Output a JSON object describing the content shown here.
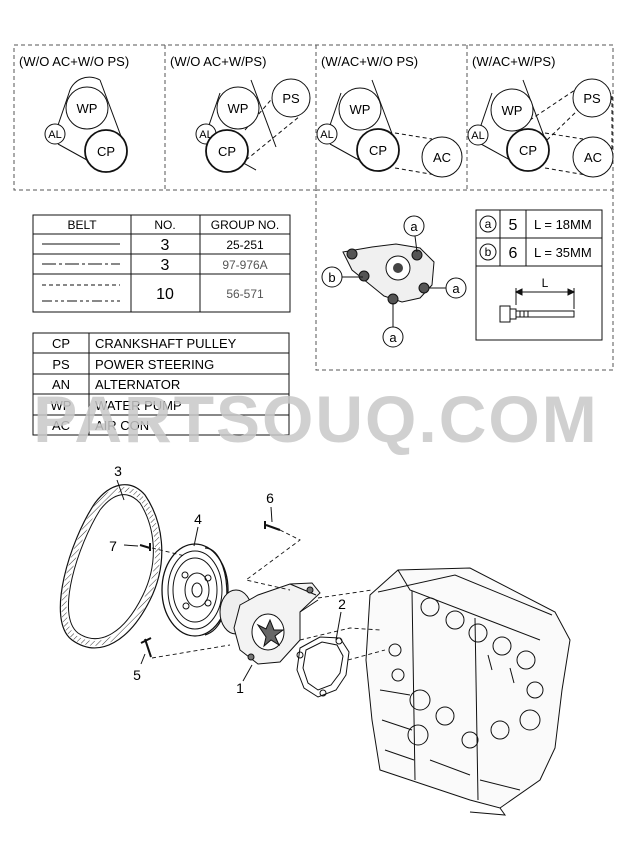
{
  "variants": [
    {
      "label": "(W/O AC+W/O PS)",
      "pulleys": [
        "WP",
        "AL",
        "CP"
      ]
    },
    {
      "label": "(W/O AC+W/PS)",
      "pulleys": [
        "WP",
        "AL",
        "CP",
        "PS"
      ]
    },
    {
      "label": "(W/AC+W/O PS)",
      "pulleys": [
        "WP",
        "AL",
        "CP",
        "AC"
      ]
    },
    {
      "label": "(W/AC+W/PS)",
      "pulleys": [
        "WP",
        "AL",
        "CP",
        "PS",
        "AC"
      ]
    }
  ],
  "belt_table": {
    "headers": [
      "BELT",
      "NO.",
      "GROUP NO."
    ],
    "rows": [
      {
        "no": "3",
        "group": "25-251"
      },
      {
        "no": "3",
        "group": "97-976A"
      },
      {
        "no": "10",
        "group": "56-571"
      }
    ]
  },
  "abbreviations": [
    {
      "code": "CP",
      "name": "CRANKSHAFT PULLEY"
    },
    {
      "code": "PS",
      "name": "POWER STEERING"
    },
    {
      "code": "AN",
      "name": "ALTERNATOR"
    },
    {
      "code": "WP",
      "name": "WATER PUMP"
    },
    {
      "code": "AC",
      "name": "AIR CON"
    }
  ],
  "bolt_table": [
    {
      "mark": "a",
      "no": "5",
      "length": "L = 18MM"
    },
    {
      "mark": "b",
      "no": "6",
      "length": "L = 35MM"
    }
  ],
  "bolt_dim_label": "L",
  "pump_callouts": [
    "a",
    "a",
    "a",
    "b"
  ],
  "watermark": "PARTSOUQ.COM",
  "part_callouts": [
    "1",
    "2",
    "3",
    "4",
    "5",
    "6",
    "7"
  ]
}
